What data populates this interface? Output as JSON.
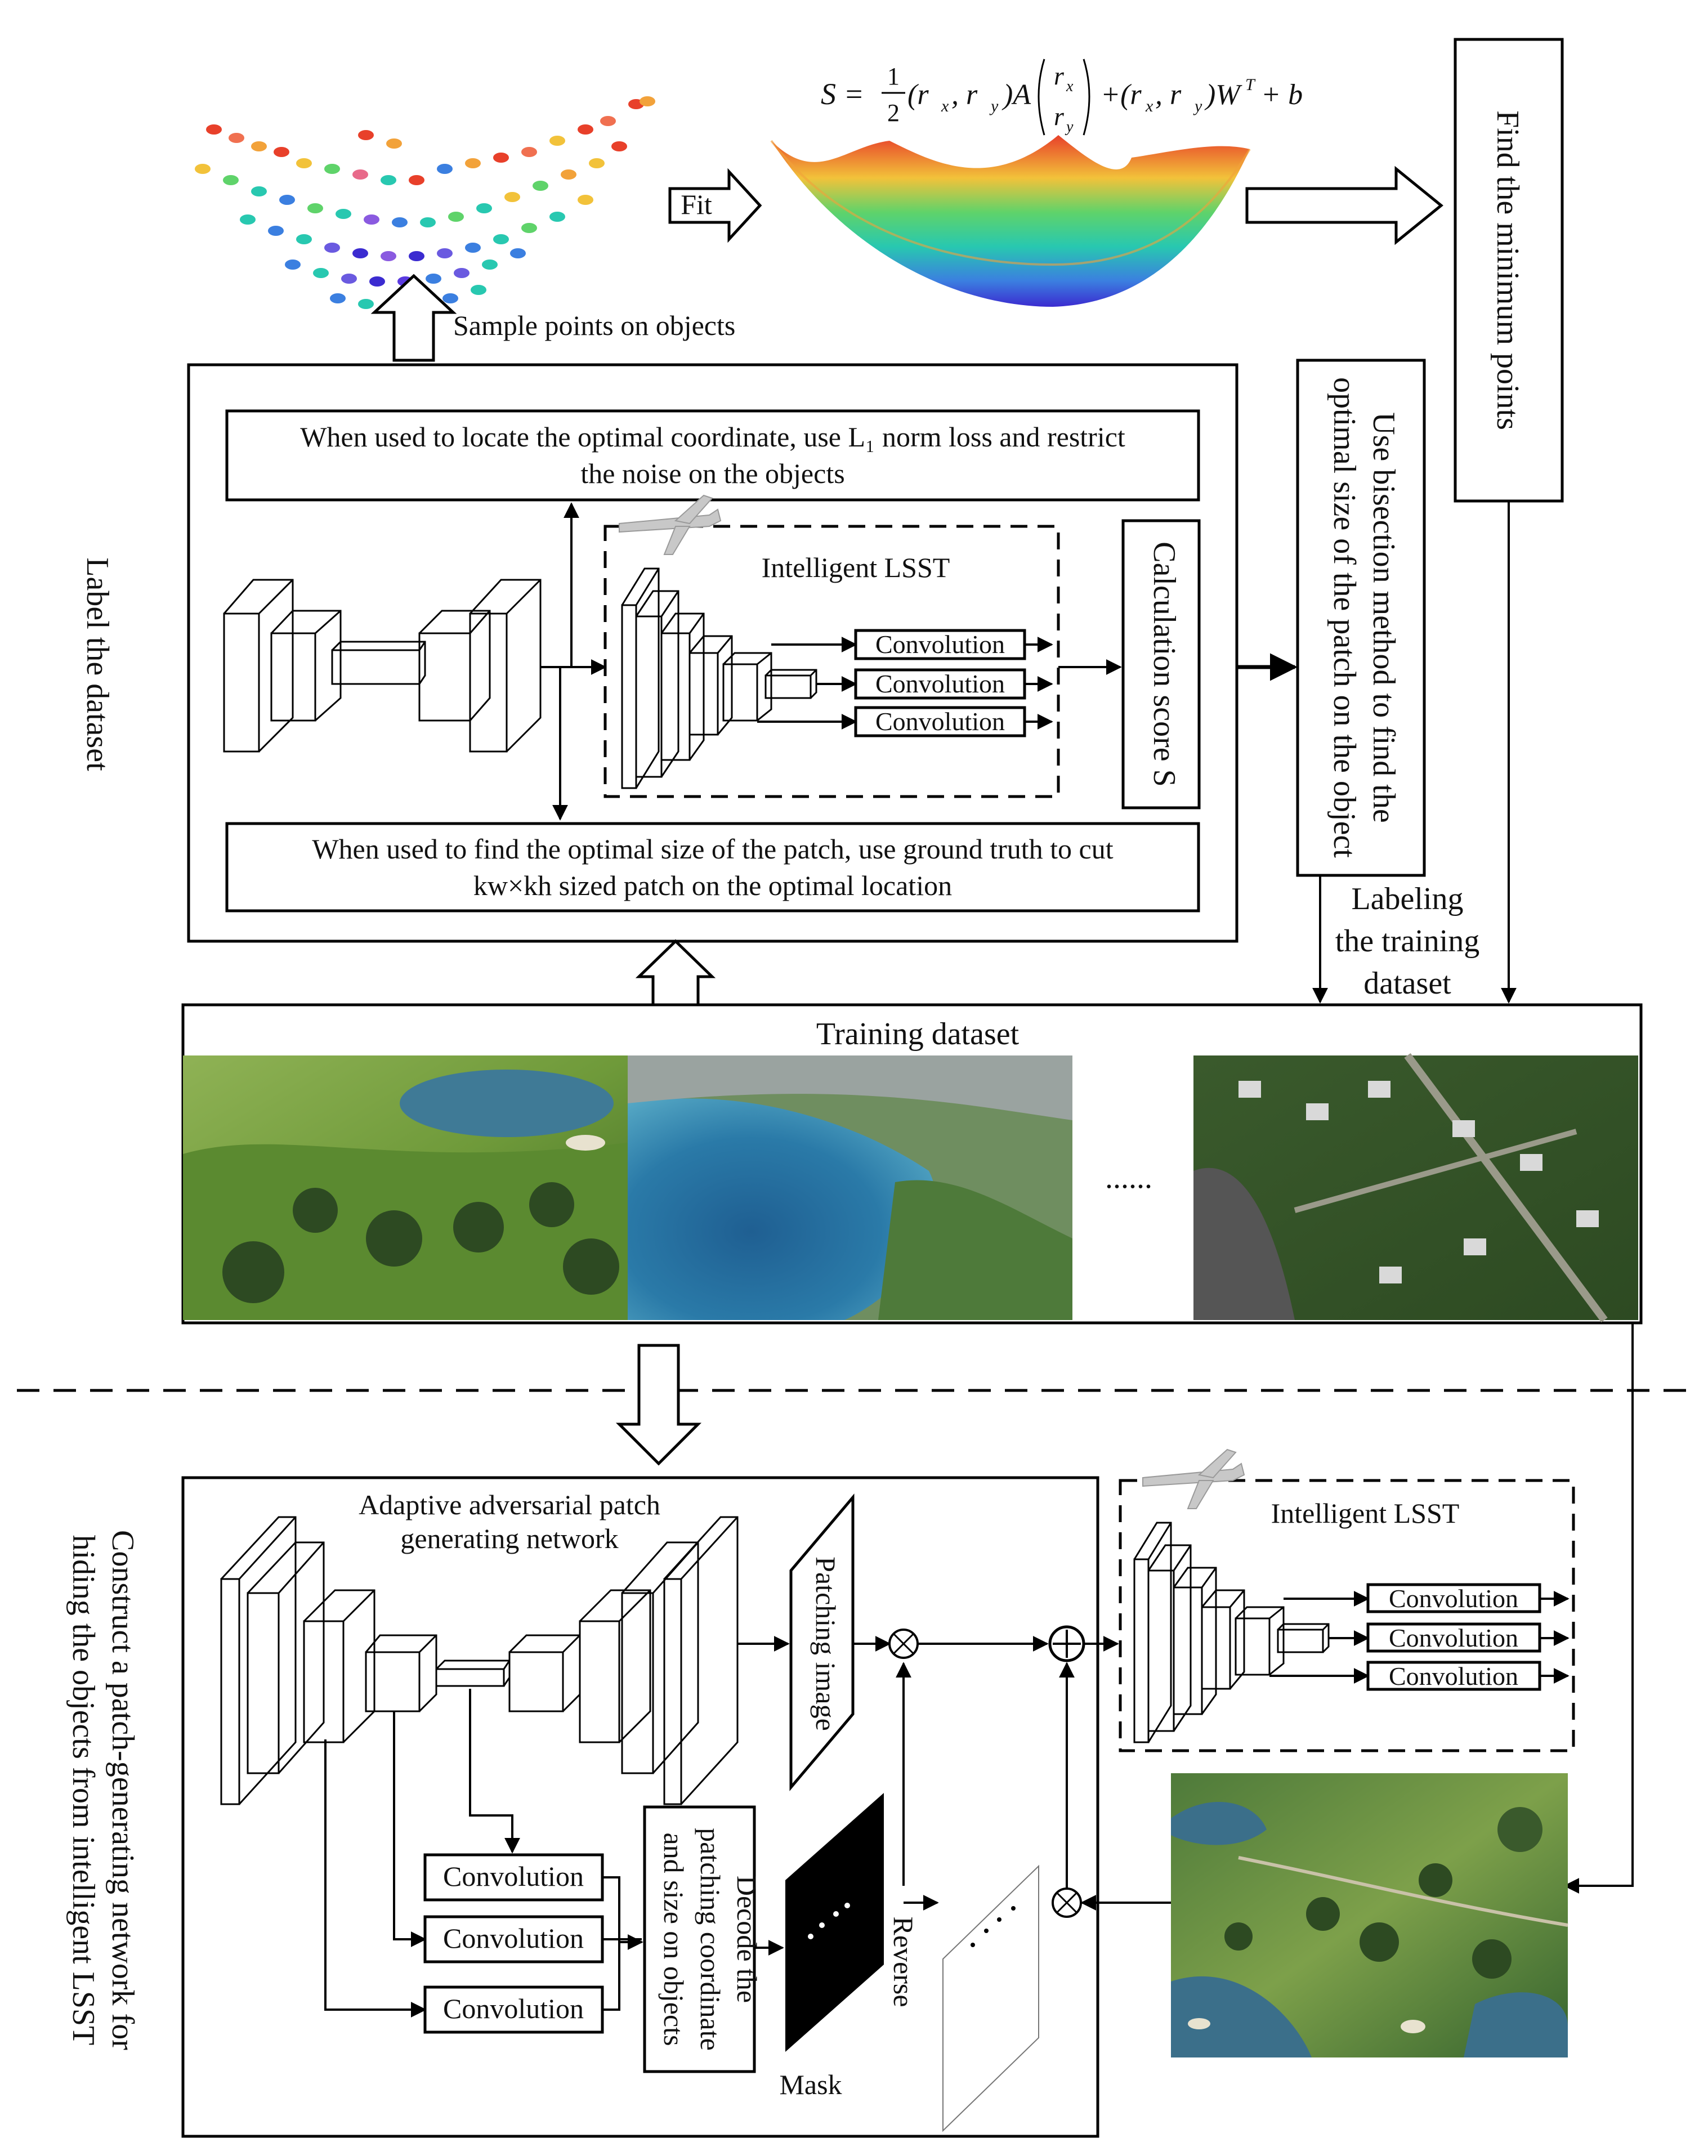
{
  "formula": {
    "lhs": "S =",
    "half_num": "1",
    "half_den": "2",
    "vec_row": "(r",
    "sub_x": "x",
    "comma": ", r",
    "sub_y": "y",
    "close_A": ")A",
    "col_top_r": "r",
    "col_bot_r": "r",
    "plus_row": "+(r",
    "close_W": ")W",
    "sup_T": "T",
    "plus_b": "+ b"
  },
  "top": {
    "fit_label": "Fit",
    "sample_label": "Sample points on objects",
    "find_min_label": "Find the minimum points"
  },
  "label_section": {
    "side_label": "Label the dataset",
    "l1_box_line1": "When used to locate the optimal coordinate, use L₁ norm loss and  restrict",
    "l1_box_line2": "the noise on the objects",
    "gt_box_line1": "When used to find the optimal size of the patch, use ground truth to cut",
    "gt_box_line2": "kw×kh sized patch on the optimal location",
    "lsst_title": "Intelligent LSST",
    "conv1": "Convolution",
    "conv2": "Convolution",
    "conv3": "Convolution",
    "score_label": "Calculation score S",
    "bisection_line1": "Use bisection method to find the",
    "bisection_line2": "optimal size of the patch on the object",
    "labeling_line1": "Labeling",
    "labeling_line2": "the training",
    "labeling_line3": "dataset"
  },
  "training": {
    "title": "Training dataset",
    "ellipsis": "......"
  },
  "construct_section": {
    "side_line1": "Construct a patch-generating network for",
    "side_line2": "hiding the objects from intelligent LSST",
    "gen_title_line1": "Adaptive adversarial patch",
    "gen_title_line2": "generating network",
    "patching_image": "Patching image",
    "conv_a": "Convolution",
    "conv_b": "Convolution",
    "conv_c": "Convolution",
    "decode_line1": "Decode the",
    "decode_line2": "patching coordinate",
    "decode_line3": "and size on objects",
    "mask_label": "Mask",
    "reverse_label": "Reverse",
    "lsst_title": "Intelligent LSST",
    "conv_r1": "Convolution",
    "conv_r2": "Convolution",
    "conv_r3": "Convolution"
  },
  "colors": {
    "surface_low": "#3b2bd0",
    "surface_mid": "#28c8b0",
    "surface_high": "#e8402a",
    "grass": "#6f9a3a",
    "sea": "#1f5f92",
    "dark_forest": "#2d4a22"
  }
}
